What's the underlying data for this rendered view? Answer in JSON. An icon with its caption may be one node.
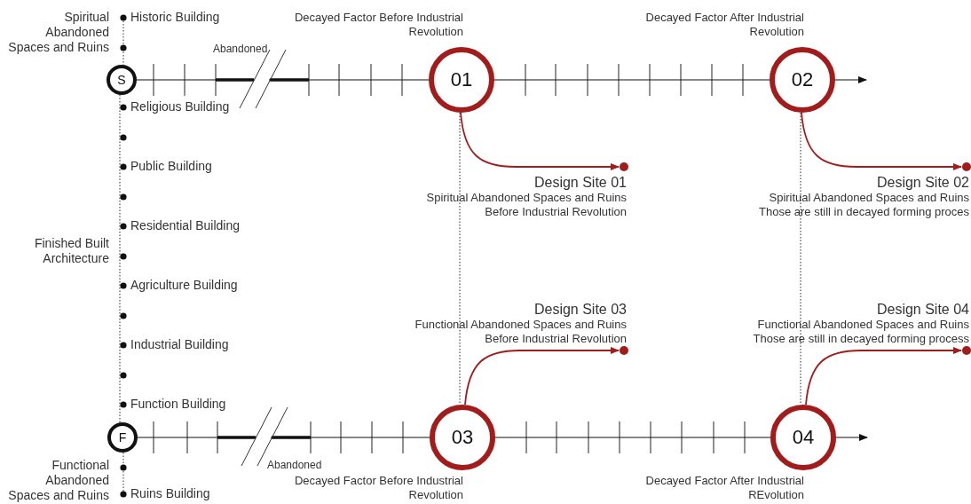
{
  "diagram": {
    "nodes": [
      {
        "text": [
          "S"
        ]
      },
      {
        "text": [
          "01"
        ],
        "beside": [
          "Decayed Factor Before Industrial Revolution"
        ]
      },
      {
        "text": [
          "02"
        ],
        "beside": [
          "Decayed Factor After Industrial Revolution"
        ]
      },
      {
        "text": [
          "F"
        ]
      },
      {
        "text": [
          "03"
        ],
        "beside": [
          "Decayed Factor Before Industrial Revolution"
        ]
      },
      {
        "text": [
          "04"
        ],
        "beside": [
          "Decayed Factor After Industrial REvolution"
        ]
      },
      {
        "text": [],
        "shape": "circle",
        "beside": [
          "Design Site 01",
          "Spiritual Abandoned Spaces and Ruins Before Industrial Revolution"
        ]
      },
      {
        "text": [],
        "shape": "circle",
        "beside": [
          "Design Site 02",
          "Spiritual Abandoned Spaces and Ruins Those are still in decayed forming proces"
        ]
      },
      {
        "text": [],
        "shape": "circle",
        "beside": [
          "Design Site 03",
          "Functional Abandoned Spaces and Ruins Before Industrial Revolution"
        ]
      },
      {
        "text": [],
        "shape": "circle",
        "beside": [
          "Design Site 04",
          "Functional Abandoned Spaces and Ruins Those are still in decayed forming process"
        ]
      }
    ],
    "edges": [
      {
        "from": 0,
        "to": 1,
        "arrow": "none"
      },
      {
        "from": 1,
        "to": 2,
        "arrow": "none"
      },
      {
        "from": 2,
        "to": null,
        "arrow": "to"
      },
      {
        "from": 3,
        "to": 4,
        "arrow": "none"
      },
      {
        "from": 4,
        "to": 5,
        "arrow": "none"
      },
      {
        "from": 5,
        "to": null,
        "arrow": "to"
      },
      {
        "from": 1,
        "to": 6,
        "arrow": "to",
        "color": "#a31c1c"
      },
      {
        "from": 2,
        "to": 7,
        "arrow": "to",
        "color": "#a31c1c"
      },
      {
        "from": 4,
        "to": 8,
        "arrow": "to",
        "color": "#a31c1c"
      },
      {
        "from": 5,
        "to": 9,
        "arrow": "to",
        "color": "#a31c1c"
      },
      {
        "from": 1,
        "to": 4,
        "arrow": "none",
        "style": "dashed"
      },
      {
        "from": 2,
        "to": 5,
        "arrow": "none",
        "style": "dashed"
      },
      {
        "from": 0,
        "to": 3,
        "arrow": "none",
        "style": "dashed"
      }
    ],
    "labels": [
      "Spiritual Abandoned Spaces and Ruins",
      "Historic Building",
      "Abandoned",
      "Religious Building",
      "Public Building",
      "Residential Building",
      "Finished Built Architecture",
      "Agriculture Building",
      "Industrial Building",
      "Function Building",
      "Abandoned",
      "Functional Abandoned Spaces and Ruins",
      "Ruins Building"
    ]
  }
}
